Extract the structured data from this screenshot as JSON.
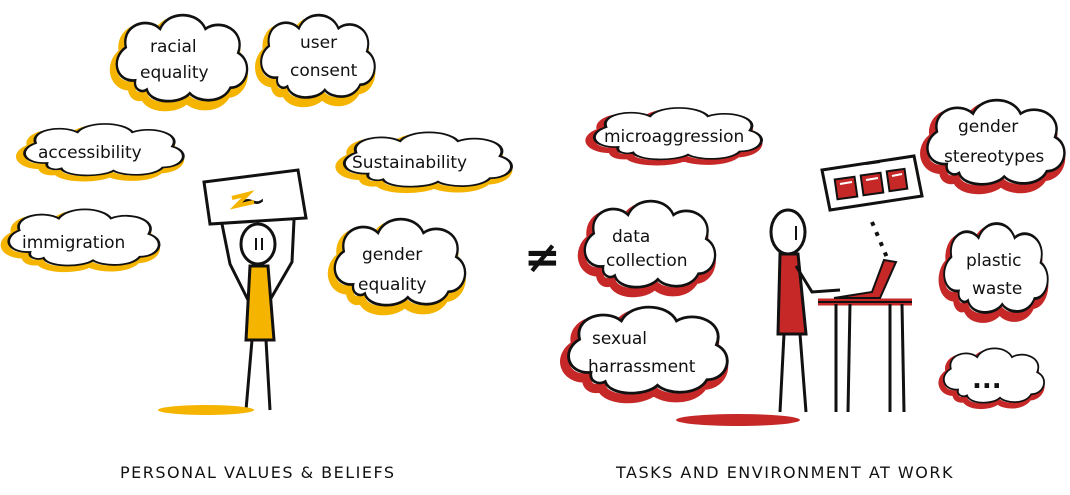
{
  "left_panel": {
    "caption": "PERSONAL VALUES & BELIEFS",
    "accent_color": "#f4b400",
    "sign_mark": "~",
    "bubbles": [
      {
        "lines": [
          "racial",
          "equality"
        ]
      },
      {
        "lines": [
          "user",
          "consent"
        ]
      },
      {
        "lines": [
          "accessibility"
        ]
      },
      {
        "lines": [
          "Sustainability"
        ]
      },
      {
        "lines": [
          "immigration"
        ]
      },
      {
        "lines": [
          "gender",
          "equality"
        ]
      }
    ]
  },
  "divider_symbol": "≠",
  "right_panel": {
    "caption": "TASKS AND ENVIRONMENT AT WORK",
    "accent_color": "#c62828",
    "bubbles": [
      {
        "lines": [
          "microaggression"
        ]
      },
      {
        "lines": [
          "gender",
          "stereotypes"
        ]
      },
      {
        "lines": [
          "data",
          "collection"
        ]
      },
      {
        "lines": [
          "plastic",
          "waste"
        ]
      },
      {
        "lines": [
          "sexual",
          "harrassment"
        ]
      },
      {
        "lines": [
          "..."
        ]
      }
    ]
  }
}
